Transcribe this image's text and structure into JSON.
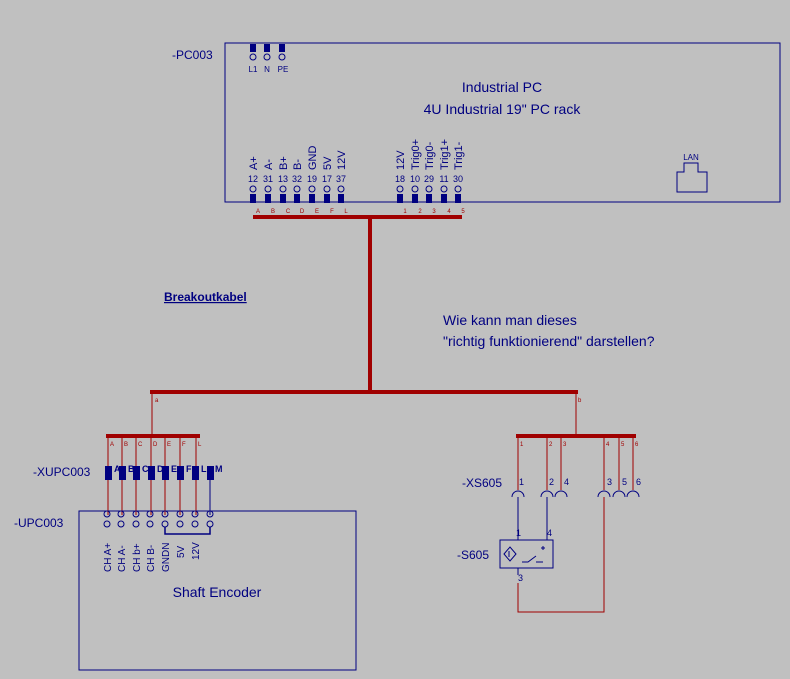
{
  "pc": {
    "tag": "-PC003",
    "title": "Industrial PC",
    "subtitle": "4U Industrial 19\" PC rack",
    "power_pins": [
      "L1",
      "N",
      "PE"
    ],
    "lan_label": "LAN",
    "signal_pins": [
      {
        "name": "A+",
        "num": "12",
        "letter": "A"
      },
      {
        "name": "A-",
        "num": "31",
        "letter": "B"
      },
      {
        "name": "B+",
        "num": "13",
        "letter": "C"
      },
      {
        "name": "B-",
        "num": "32",
        "letter": "D"
      },
      {
        "name": "GND",
        "num": "19",
        "letter": "E"
      },
      {
        "name": "5V",
        "num": "17",
        "letter": "F"
      },
      {
        "name": "12V",
        "num": "37",
        "letter": "L"
      }
    ],
    "trigger_pins": [
      {
        "name": "12V",
        "num": "18",
        "letter": "1"
      },
      {
        "name": "Trig0+",
        "num": "10",
        "letter": "2"
      },
      {
        "name": "Trig0-",
        "num": "29",
        "letter": "3"
      },
      {
        "name": "Trig1+",
        "num": "11",
        "letter": "4"
      },
      {
        "name": "Trig1-",
        "num": "30",
        "letter": "5"
      }
    ]
  },
  "cable": {
    "label": "Breakoutkabel",
    "branch_left": "a",
    "branch_right": "b"
  },
  "question": {
    "line1": "Wie kann man dieses",
    "line2": "\"richtig funktionierend\" darstellen?"
  },
  "connector_xupc": {
    "tag": "-XUPC003",
    "bus_letters": [
      "A",
      "B",
      "C",
      "D",
      "E",
      "F",
      "L"
    ],
    "pins": [
      "A",
      "B",
      "C",
      "D",
      "E",
      "F",
      "L",
      "M"
    ]
  },
  "encoder": {
    "tag": "-UPC003",
    "title": "Shaft Encoder",
    "pins": [
      "CH A+",
      "CH A-",
      "CH b+",
      "CH B-",
      "GNDN",
      "5V",
      "12V"
    ]
  },
  "connector_xs": {
    "tag": "-XS605",
    "bus_letters": [
      "1",
      "2",
      "3",
      "4",
      "5",
      "6"
    ],
    "pins": [
      "1",
      "2",
      "4",
      "3",
      "5",
      "6"
    ]
  },
  "sensor": {
    "tag": "-S605",
    "pin_top_left": "1",
    "pin_top_right": "4",
    "pin_bottom": "3"
  },
  "colors": {
    "background": "#c0c0c0",
    "line": "#000080",
    "wire": "#a00000",
    "text": "#000080"
  }
}
